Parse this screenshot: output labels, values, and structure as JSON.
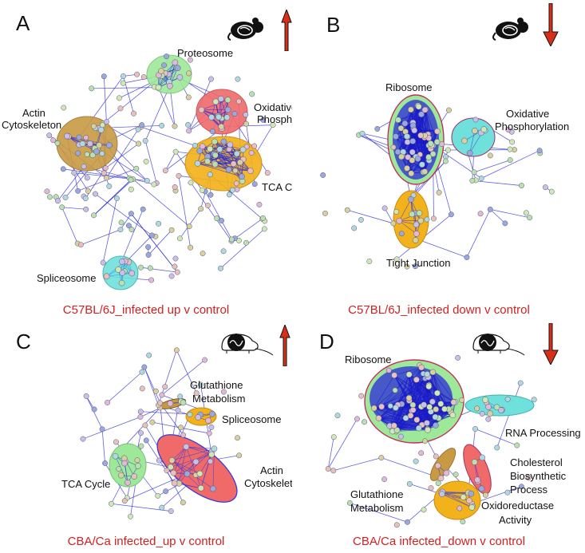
{
  "panels": {
    "a": {
      "letter": "A",
      "caption": "C57BL/6J_infected up v  control",
      "direction": "up",
      "labels": {
        "proteosome": "Proteosome",
        "oxidative_1": "Oxidative",
        "oxidative_2": "Phosphorylation",
        "actin_1": "Actin",
        "actin_2": "Cytoskeleton",
        "tca": "TCA Cycle",
        "spliceosome": "Spliceosome"
      }
    },
    "b": {
      "letter": "B",
      "caption": "C57BL/6J_infected down v control",
      "direction": "down",
      "labels": {
        "ribosome": "Ribosome",
        "oxidative_1": "Oxidative",
        "oxidative_2": "Phosphorylation",
        "tight_junction": "Tight Junction"
      }
    },
    "c": {
      "letter": "C",
      "caption": "CBA/Ca infected_up v control",
      "direction": "up",
      "labels": {
        "glutathione_1": "Glutathione",
        "glutathione_2": "Metabolism",
        "spliceosome": "Spliceosome",
        "tca": "TCA Cycle",
        "actin_1": "Actin",
        "actin_2": "Cytoskeleton"
      }
    },
    "d": {
      "letter": "D",
      "caption": "CBA/Ca infected_down v control",
      "direction": "down",
      "labels": {
        "ribosome": "Ribosome",
        "rna": "RNA Processing",
        "cholesterol_1": "Cholesterol",
        "cholesterol_2": "Biosynthetic",
        "cholesterol_3": "Process",
        "glutathione_1": "Glutathione",
        "glutathione_2": "Metabolism",
        "oxidoreductase_1": "Oxidoreductase",
        "oxidoreductase_2": "Activity"
      }
    }
  },
  "colors": {
    "caption": "#d42020",
    "edge": "#3a3ad8",
    "arrow_up_fill": "#d83018",
    "arrow_down_fill": "#d83018",
    "cluster_green": "#9ee89a",
    "cluster_red": "#f06a6a",
    "cluster_orange": "#f2b21c",
    "cluster_tan": "#c89a44",
    "cluster_cyan": "#6fe0dc",
    "ribosome_fill": "#2a2ad8"
  },
  "icons": [
    "mouse-silhouette-icon",
    "arrow-up-icon",
    "arrow-down-icon"
  ]
}
